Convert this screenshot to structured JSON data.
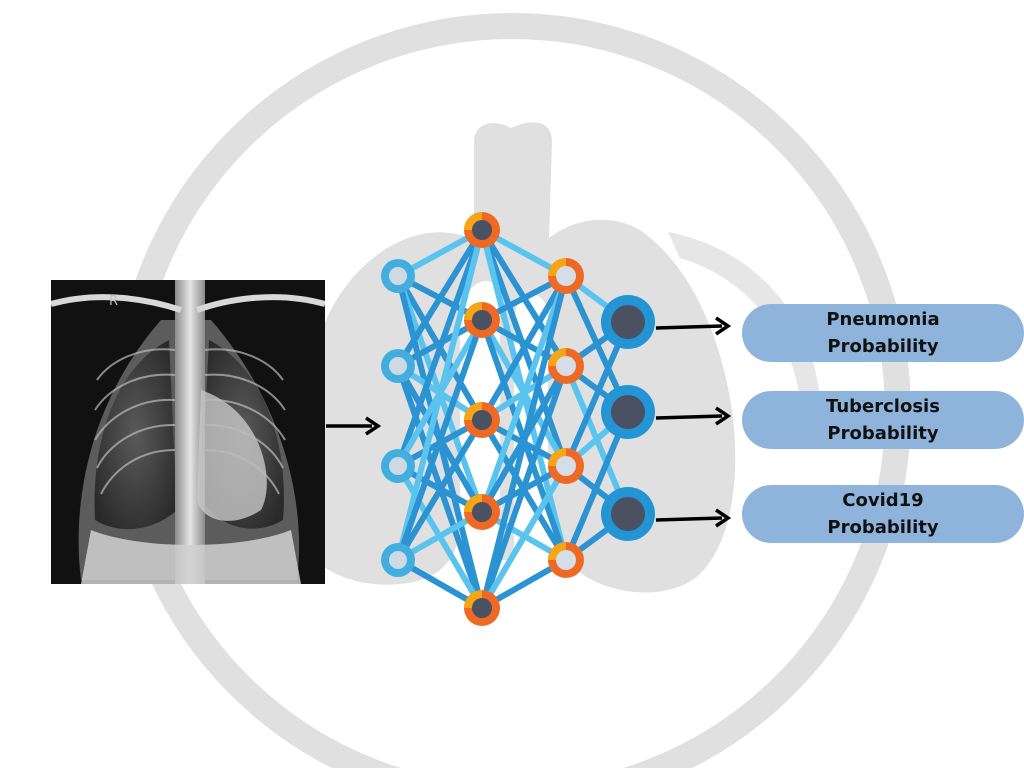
{
  "xray": {
    "marker": "R"
  },
  "outputs": [
    {
      "label": "Pneumonia\nProbability"
    },
    {
      "label": "Tuberclosis\nProbability"
    },
    {
      "label": "Covid19\nProbability"
    }
  ],
  "network": {
    "layers": [
      4,
      5,
      4,
      3
    ]
  },
  "colors": {
    "edge": "#2b93d1",
    "edge_light": "#5ac4ee",
    "input_node": "#42aee0",
    "hidden_node": "#ee6a24",
    "hidden_accent": "#f6a516",
    "output_node": "#2394d4",
    "node_core": "#4a5163",
    "watermark": "#e0e0e0",
    "pill": "#8fb4dc"
  }
}
